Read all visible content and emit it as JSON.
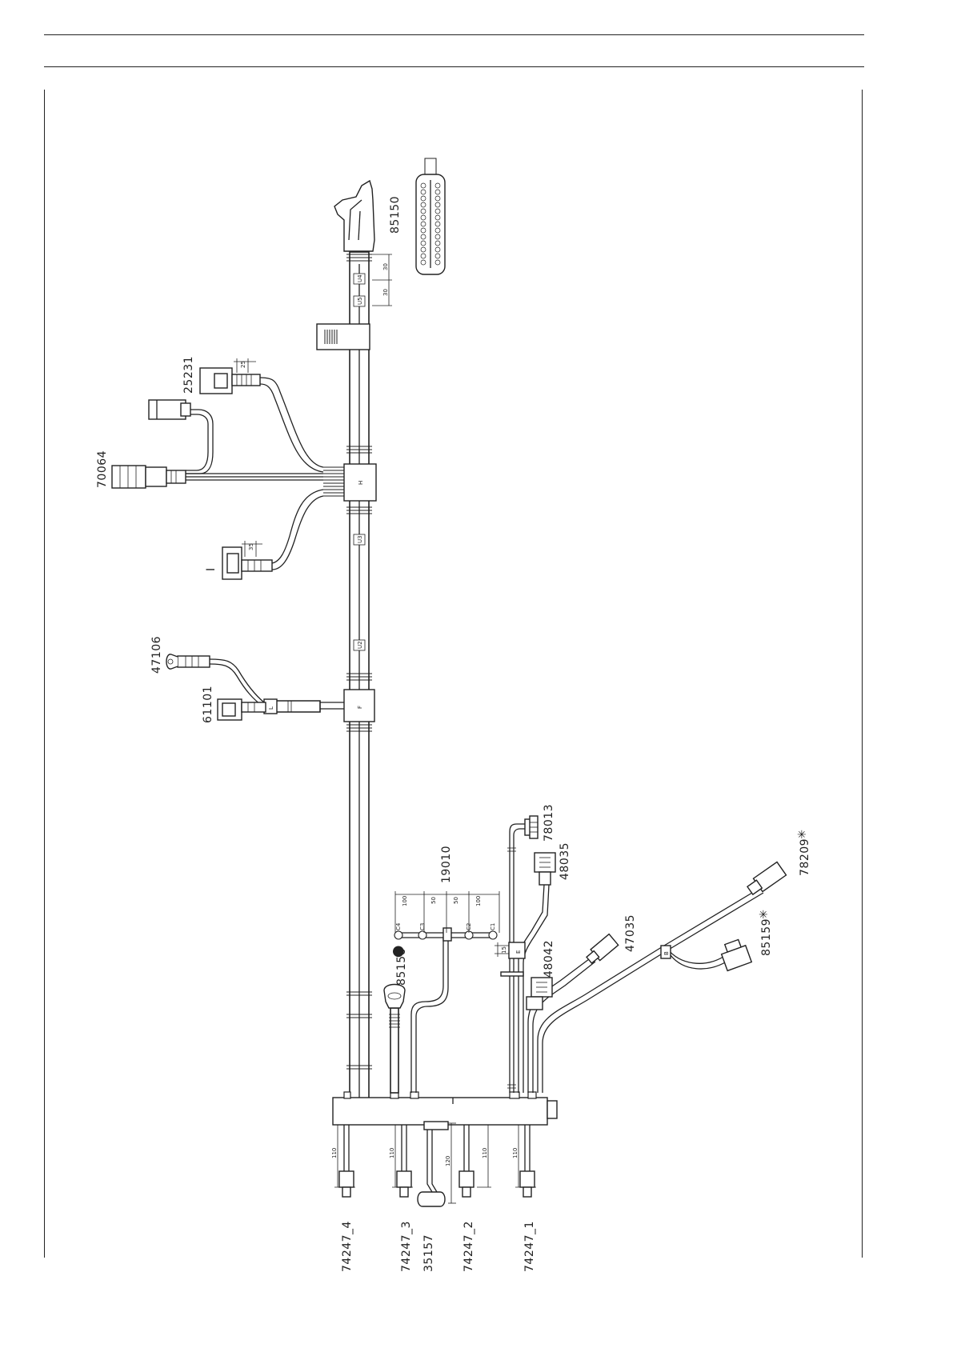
{
  "labels": {
    "c85150": "85150",
    "c25231": "25231",
    "c70064": "70064",
    "cI": "I",
    "c47106": "47106",
    "c61101": "61101",
    "c19010": "19010",
    "c78013": "78013",
    "c48035": "48035",
    "c85156": "85156",
    "c48042": "48042",
    "c47035": "47035",
    "c85159": "85159",
    "c78209": "78209",
    "c74247_4": "74247_4",
    "c74247_3": "74247_3",
    "c35157": "35157",
    "c74247_2": "74247_2",
    "c74247_1": "74247_1",
    "starMark": "✳",
    "dotMark": "●"
  },
  "branches": {
    "H": "H",
    "F": "F",
    "L": "L",
    "E": "E",
    "B": "B"
  },
  "clamps": {
    "u4": "U4",
    "u5": "U5",
    "u3": "U3",
    "u2": "U2",
    "c4": "C4",
    "c3": "C3",
    "c2": "C2",
    "c1": "C1"
  },
  "dims": {
    "d30a": "30",
    "d30b": "30",
    "d100a": "100",
    "d50a": "50",
    "d50b": "50",
    "d100b": "100",
    "d15": "15",
    "d110a": "110",
    "d110b": "110",
    "d120": "120",
    "d110c": "110",
    "d110d": "110",
    "dTop": "25",
    "dI": "35"
  }
}
